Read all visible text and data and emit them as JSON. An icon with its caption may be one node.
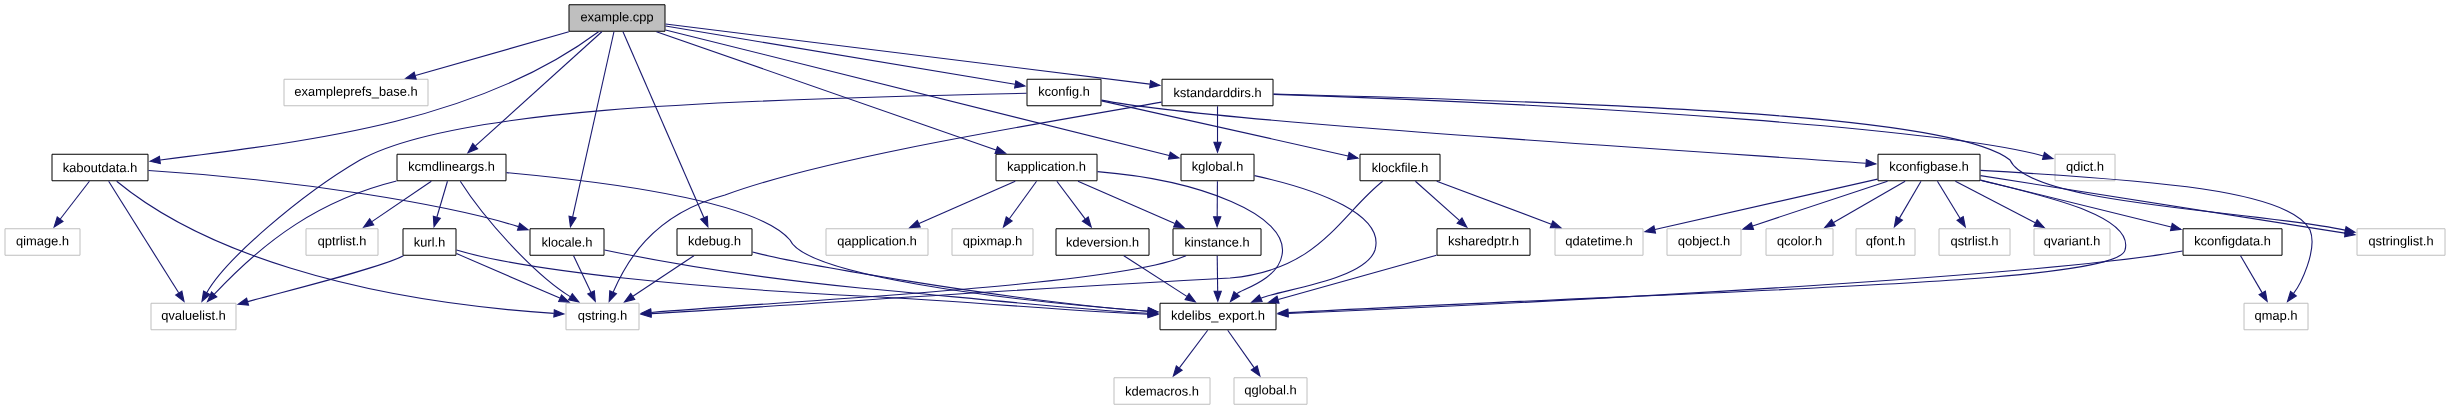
{
  "diagram": {
    "nodes": [
      {
        "text": [
          "example.cpp"
        ]
      },
      {
        "text": [
          "exampleprefs_base.h"
        ]
      },
      {
        "text": [
          "kconfig.h"
        ]
      },
      {
        "text": [
          "kstandarddirs.h"
        ]
      },
      {
        "text": [
          "kaboutdata.h"
        ]
      },
      {
        "text": [
          "kcmdlineargs.h"
        ]
      },
      {
        "text": [
          "kapplication.h"
        ]
      },
      {
        "text": [
          "kglobal.h"
        ]
      },
      {
        "text": [
          "klockfile.h"
        ]
      },
      {
        "text": [
          "kconfigbase.h"
        ]
      },
      {
        "text": [
          "qdict.h"
        ]
      },
      {
        "text": [
          "qimage.h"
        ]
      },
      {
        "text": [
          "qptrlist.h"
        ]
      },
      {
        "text": [
          "kurl.h"
        ]
      },
      {
        "text": [
          "klocale.h"
        ]
      },
      {
        "text": [
          "kdebug.h"
        ]
      },
      {
        "text": [
          "qapplication.h"
        ]
      },
      {
        "text": [
          "qpixmap.h"
        ]
      },
      {
        "text": [
          "kdeversion.h"
        ]
      },
      {
        "text": [
          "kinstance.h"
        ]
      },
      {
        "text": [
          "ksharedptr.h"
        ]
      },
      {
        "text": [
          "qdatetime.h"
        ]
      },
      {
        "text": [
          "qobject.h"
        ]
      },
      {
        "text": [
          "qcolor.h"
        ]
      },
      {
        "text": [
          "qfont.h"
        ]
      },
      {
        "text": [
          "qstrlist.h"
        ]
      },
      {
        "text": [
          "qvariant.h"
        ]
      },
      {
        "text": [
          "kconfigdata.h"
        ]
      },
      {
        "text": [
          "qstringlist.h"
        ]
      },
      {
        "text": [
          "qvaluelist.h"
        ]
      },
      {
        "text": [
          "qstring.h"
        ]
      },
      {
        "text": [
          "kdelibs_export.h"
        ]
      },
      {
        "text": [
          "qmap.h"
        ]
      },
      {
        "text": [
          "kdemacros.h"
        ]
      },
      {
        "text": [
          "qglobal.h"
        ]
      }
    ],
    "edges": [
      {
        "from": 0,
        "to": 1,
        "arrow": "to"
      },
      {
        "from": 0,
        "to": 2,
        "arrow": "to"
      },
      {
        "from": 0,
        "to": 3,
        "arrow": "to"
      },
      {
        "from": 0,
        "to": 4,
        "arrow": "to"
      },
      {
        "from": 0,
        "to": 5,
        "arrow": "to"
      },
      {
        "from": 0,
        "to": 6,
        "arrow": "to"
      },
      {
        "from": 0,
        "to": 7,
        "arrow": "to"
      },
      {
        "from": 0,
        "to": 14,
        "arrow": "to"
      },
      {
        "from": 0,
        "to": 15,
        "arrow": "to"
      },
      {
        "from": 2,
        "to": 29,
        "arrow": "to"
      },
      {
        "from": 2,
        "to": 9,
        "arrow": "to"
      },
      {
        "from": 2,
        "to": 8,
        "arrow": "to"
      },
      {
        "from": 3,
        "to": 7,
        "arrow": "to"
      },
      {
        "from": 3,
        "to": 30,
        "arrow": "to"
      },
      {
        "from": 3,
        "to": 10,
        "arrow": "to"
      },
      {
        "from": 3,
        "to": 28,
        "arrow": "to"
      },
      {
        "from": 4,
        "to": 11,
        "arrow": "to"
      },
      {
        "from": 4,
        "to": 29,
        "arrow": "to"
      },
      {
        "from": 4,
        "to": 30,
        "arrow": "to"
      },
      {
        "from": 4,
        "to": 14,
        "arrow": "to"
      },
      {
        "from": 5,
        "to": 12,
        "arrow": "to"
      },
      {
        "from": 5,
        "to": 13,
        "arrow": "to"
      },
      {
        "from": 5,
        "to": 29,
        "arrow": "to"
      },
      {
        "from": 5,
        "to": 30,
        "arrow": "to"
      },
      {
        "from": 5,
        "to": 31,
        "arrow": "to"
      },
      {
        "from": 6,
        "to": 16,
        "arrow": "to"
      },
      {
        "from": 6,
        "to": 17,
        "arrow": "to"
      },
      {
        "from": 6,
        "to": 18,
        "arrow": "to"
      },
      {
        "from": 6,
        "to": 19,
        "arrow": "to"
      },
      {
        "from": 6,
        "to": 31,
        "arrow": "to"
      },
      {
        "from": 7,
        "to": 19,
        "arrow": "to"
      },
      {
        "from": 7,
        "to": 31,
        "arrow": "to"
      },
      {
        "from": 8,
        "to": 20,
        "arrow": "to"
      },
      {
        "from": 8,
        "to": 21,
        "arrow": "to"
      },
      {
        "from": 8,
        "to": 30,
        "arrow": "to"
      },
      {
        "from": 9,
        "to": 21,
        "arrow": "to"
      },
      {
        "from": 9,
        "to": 22,
        "arrow": "to"
      },
      {
        "from": 9,
        "to": 23,
        "arrow": "to"
      },
      {
        "from": 9,
        "to": 24,
        "arrow": "to"
      },
      {
        "from": 9,
        "to": 25,
        "arrow": "to"
      },
      {
        "from": 9,
        "to": 26,
        "arrow": "to"
      },
      {
        "from": 9,
        "to": 31,
        "arrow": "to"
      },
      {
        "from": 9,
        "to": 27,
        "arrow": "to"
      },
      {
        "from": 9,
        "to": 28,
        "arrow": "to"
      },
      {
        "from": 9,
        "to": 32,
        "arrow": "to"
      },
      {
        "from": 13,
        "to": 29,
        "arrow": "to"
      },
      {
        "from": 13,
        "to": 30,
        "arrow": "to"
      },
      {
        "from": 13,
        "to": 31,
        "arrow": "to"
      },
      {
        "from": 14,
        "to": 30,
        "arrow": "to"
      },
      {
        "from": 14,
        "to": 31,
        "arrow": "to"
      },
      {
        "from": 15,
        "to": 30,
        "arrow": "to"
      },
      {
        "from": 15,
        "to": 31,
        "arrow": "to"
      },
      {
        "from": 18,
        "to": 31,
        "arrow": "to"
      },
      {
        "from": 19,
        "to": 31,
        "arrow": "to"
      },
      {
        "from": 19,
        "to": 30,
        "arrow": "to"
      },
      {
        "from": 20,
        "to": 31,
        "arrow": "to"
      },
      {
        "from": 27,
        "to": 31,
        "arrow": "to"
      },
      {
        "from": 27,
        "to": 32,
        "arrow": "to"
      },
      {
        "from": 31,
        "to": 33,
        "arrow": "to"
      },
      {
        "from": 31,
        "to": 34,
        "arrow": "to"
      }
    ]
  }
}
